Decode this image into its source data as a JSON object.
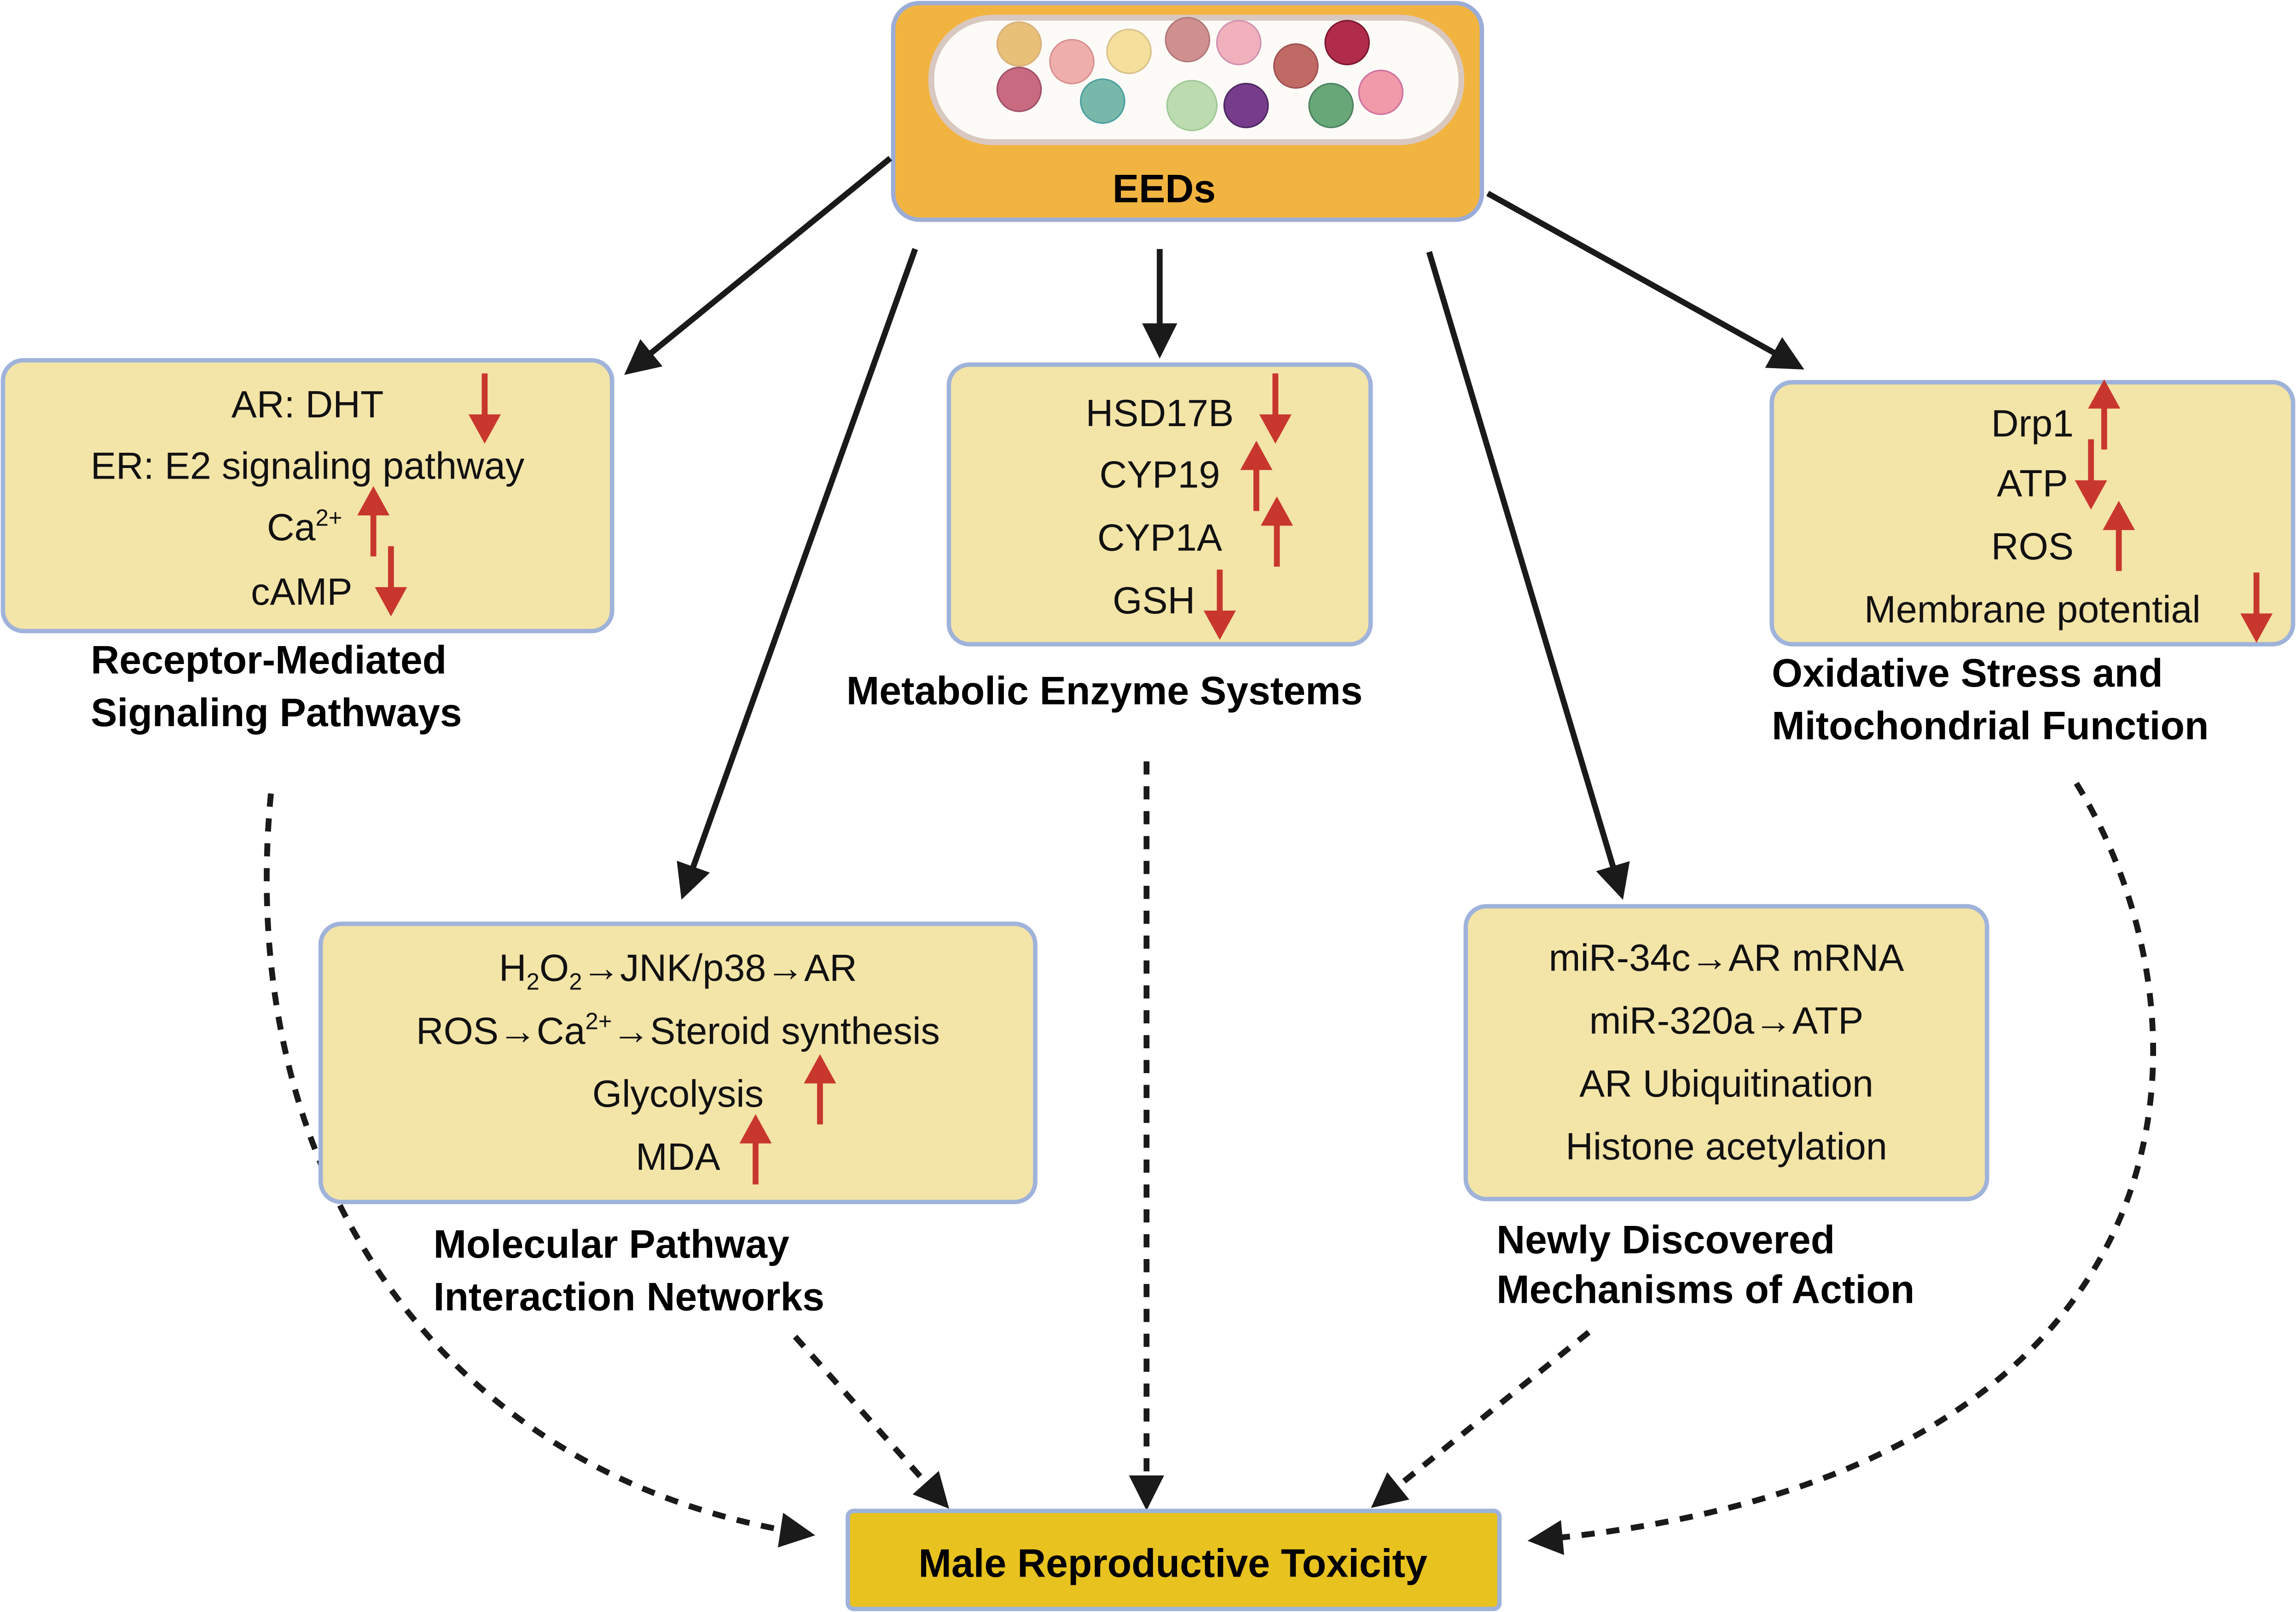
{
  "source": {
    "label": "EEDs",
    "fill": "#f2b441"
  },
  "target": {
    "label": "Male Reproductive Toxicity",
    "fill": "#e8c21f"
  },
  "colors": {
    "box_fill": "#f3e4a8",
    "box_stroke": "#9fb3da",
    "indicator": "#c8372d"
  },
  "boxes": {
    "receptor": {
      "title": [
        "Receptor-Mediated",
        "Signaling Pathways"
      ],
      "items": [
        {
          "text": "AR: DHT",
          "direction": "down"
        },
        {
          "text": "ER: E2 signaling pathway",
          "direction": ""
        },
        {
          "text": "Ca",
          "sup": "2+",
          "direction": "up"
        },
        {
          "text": "cAMP",
          "direction": "down"
        }
      ]
    },
    "metabolic": {
      "title": [
        "Metabolic Enzyme Systems"
      ],
      "items": [
        {
          "text": "HSD17B",
          "direction": "down"
        },
        {
          "text": "CYP19",
          "direction": "up"
        },
        {
          "text": "CYP1A",
          "direction": "up"
        },
        {
          "text": "GSH",
          "direction": "down"
        }
      ]
    },
    "oxidative": {
      "title": [
        "Oxidative Stress and",
        "Mitochondrial Function"
      ],
      "items": [
        {
          "text": "Drp1",
          "direction": "up"
        },
        {
          "text": "ATP",
          "direction": "down"
        },
        {
          "text": "ROS",
          "direction": "up"
        },
        {
          "text": "Membrane potential",
          "direction": "down"
        }
      ]
    },
    "molecular": {
      "title": [
        "Molecular Pathway",
        "Interaction Networks"
      ],
      "items": [
        {
          "parts": [
            "H",
            "2",
            "O",
            "2",
            "→JNK/p38→AR"
          ]
        },
        {
          "parts": [
            "ROS→Ca",
            "2+",
            "→Steroid synthesis"
          ]
        },
        {
          "text": "Glycolysis",
          "direction": "up"
        },
        {
          "text": "MDA",
          "direction": "up"
        }
      ]
    },
    "novel": {
      "title": [
        "Newly Discovered",
        "Mechanisms of Action"
      ],
      "items": [
        {
          "text": "miR-34c→AR mRNA"
        },
        {
          "text": "miR-320a→ATP"
        },
        {
          "text": "AR Ubiquitination"
        },
        {
          "text": "Histone acetylation"
        }
      ]
    }
  }
}
